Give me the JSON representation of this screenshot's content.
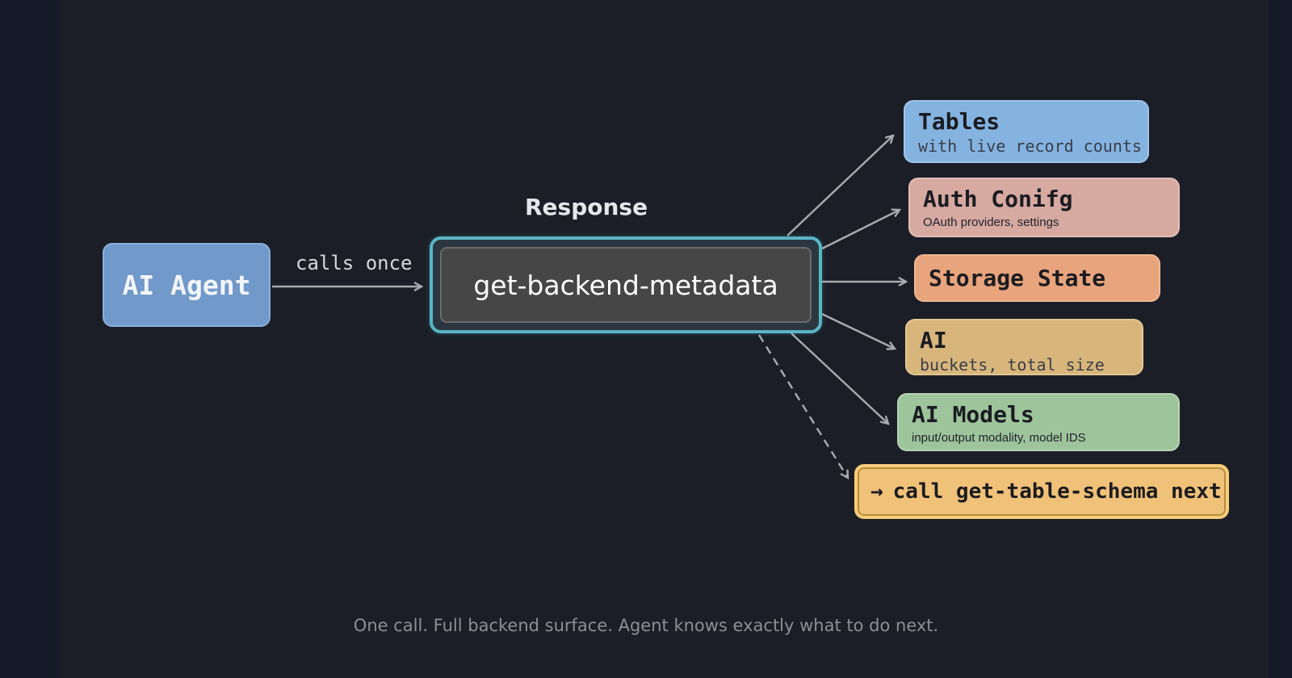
{
  "diagram": {
    "agent_label": "AI Agent",
    "edge_label": "calls once",
    "response_label": "Response",
    "endpoint_label": "get-backend-metadata",
    "nodes": [
      {
        "title": "Tables",
        "subtitle": "with live record counts"
      },
      {
        "title": "Auth Conifg",
        "subtitle": "OAuth providers, settings"
      },
      {
        "title": "Storage State",
        "subtitle": ""
      },
      {
        "title": "AI",
        "subtitle": "buckets, total size"
      },
      {
        "title": "AI Models",
        "subtitle": "input/output modality, model IDS"
      }
    ],
    "next_step": {
      "arrow": "→",
      "label": "call get-table-schema next"
    },
    "caption": "One call. Full backend surface. Agent knows exactly what to do next."
  },
  "colors": {
    "agent": "#7199c9",
    "endpoint_border": "#58b6c4",
    "tables": "#84b3e0",
    "auth": "#d6a9a1",
    "storage": "#e8a47c",
    "ai": "#d8b67b",
    "models": "#9ec49c",
    "next": "#f0c178",
    "arrow": "#a8aab0"
  }
}
